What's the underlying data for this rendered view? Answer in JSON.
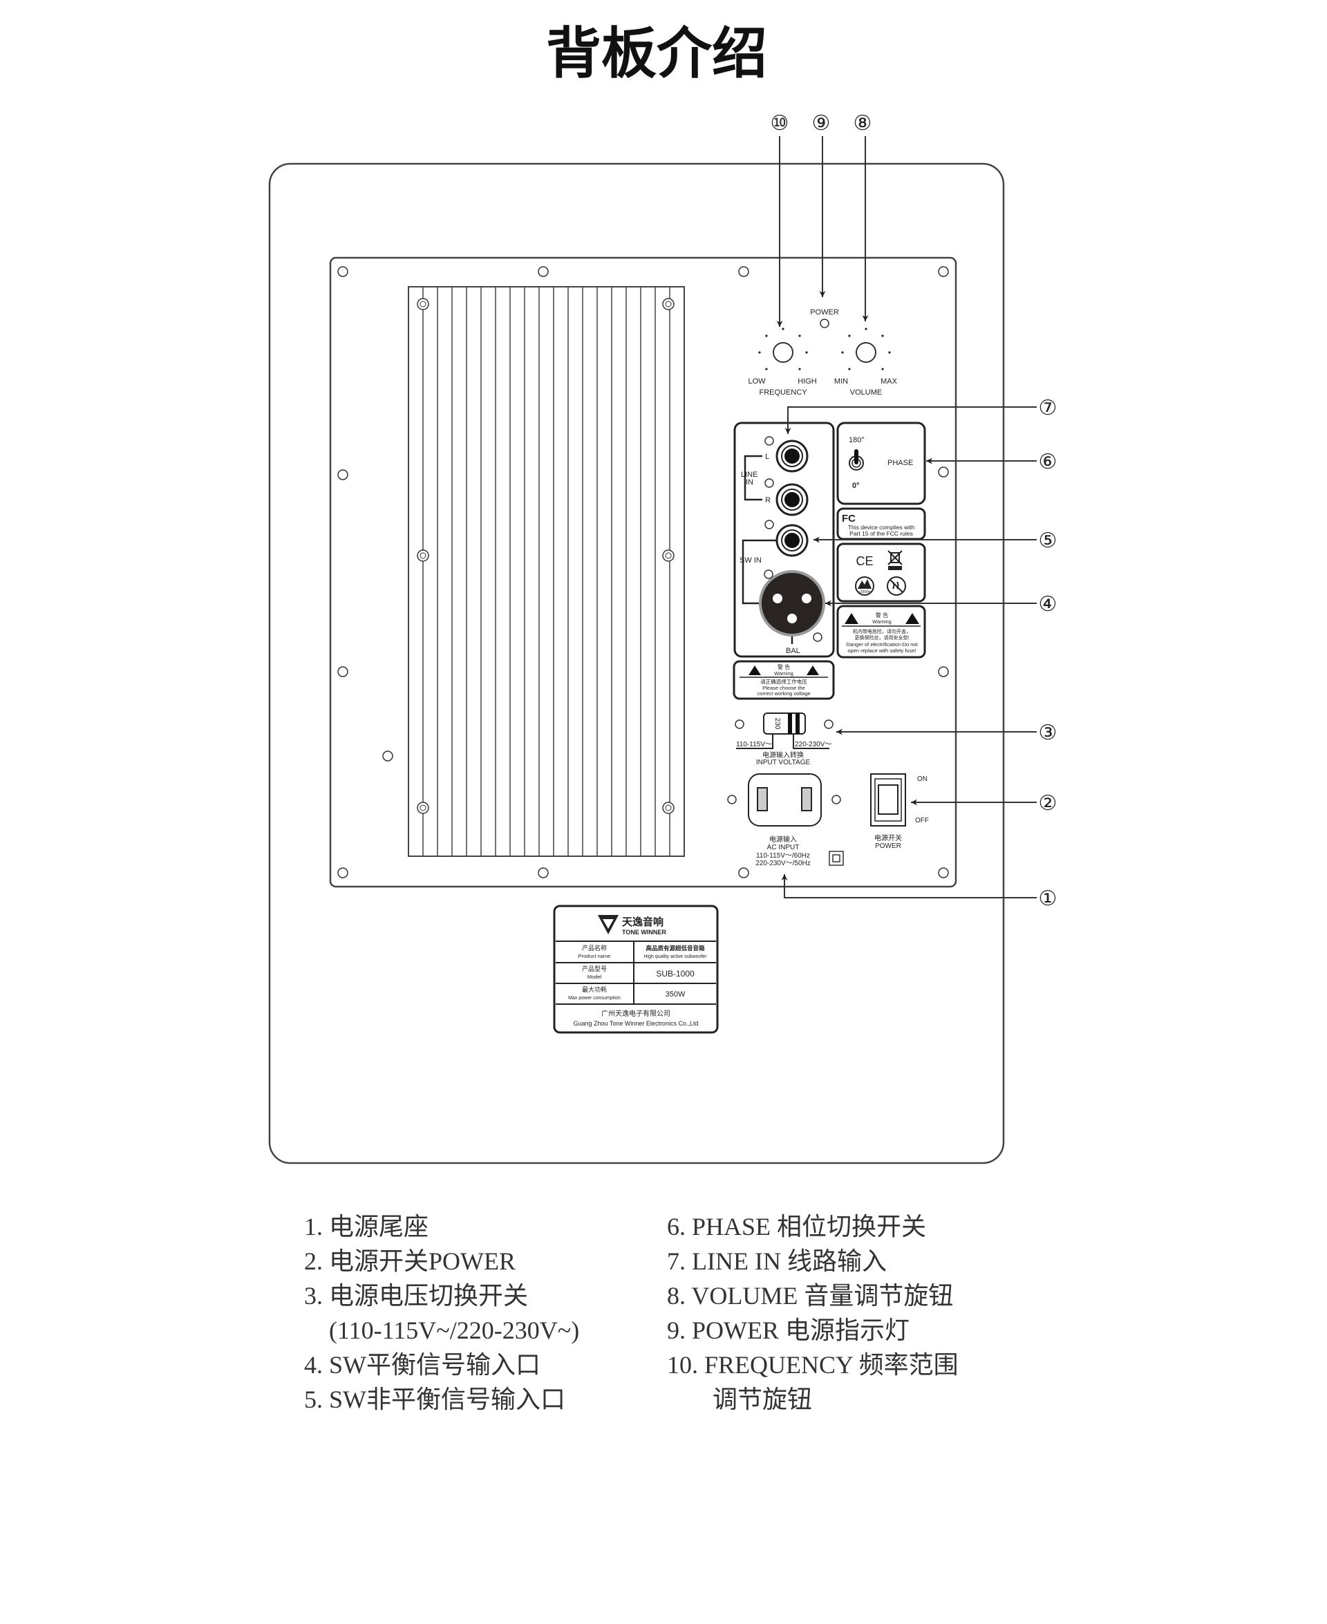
{
  "title": "背板介绍",
  "callouts": [
    "①",
    "②",
    "③",
    "④",
    "⑤",
    "⑥",
    "⑦",
    "⑧",
    "⑨",
    "⑩"
  ],
  "panel": {
    "power_led": "POWER",
    "frequency": {
      "label": "FREQUENCY",
      "low": "LOW",
      "high": "HIGH"
    },
    "volume": {
      "label": "VOLUME",
      "min": "MIN",
      "max": "MAX"
    },
    "line_in": {
      "line": "LINE",
      "in": "IN",
      "l": "L",
      "r": "R"
    },
    "sw_in": "SW IN",
    "bal": "BAL",
    "phase": {
      "label": "PHASE",
      "deg180": "180°",
      "deg0": "0°"
    },
    "fcc": {
      "logo": "FC",
      "line1": "This device complies with",
      "line2": "Part 15 of the FCC rules"
    },
    "ce": {
      "mark": "CE",
      "altitude": "≤2000m"
    },
    "warning_right": {
      "cn": "警 告",
      "en": "Warning",
      "l1": "机内带电危险，请勿开盖，",
      "l2": "更换保险丝，请用安全型!",
      "l3": "Danger of electrification-Do not",
      "l4": "open replace with safety fuse!"
    },
    "warning_left": {
      "cn": "警 告",
      "en": "Warning",
      "l1": "请正确选择工作电压",
      "l2": "Please choose the",
      "l3": "correct working voltage"
    },
    "voltage": {
      "switch": "230",
      "low": "110-115V～",
      "high": "220-230V～",
      "cn": "电源输入转换",
      "en": "INPUT VOLTAGE"
    },
    "ac_input": {
      "cn": "电源输入",
      "en": "AC INPUT",
      "v1": "110-115V～/60Hz",
      "v2": "220-230V～/50Hz"
    },
    "power_switch": {
      "on": "ON",
      "off": "OFF",
      "cn": "电源开关",
      "en": "POWER"
    }
  },
  "nameplate": {
    "brand_cn": "天逸音响",
    "brand_en": "TONE WINNER",
    "rows": [
      {
        "k_cn": "产品名称",
        "k_en": "Product name",
        "v_cn": "高品质有源超低音音箱",
        "v_en": "High quality active subwoofer"
      },
      {
        "k_cn": "产品型号",
        "k_en": "Model",
        "v": "SUB-1000"
      },
      {
        "k_cn": "最大功耗",
        "k_en": "Max power consumption",
        "v": "350W"
      }
    ],
    "company_cn": "广州天逸电子有限公司",
    "company_en": "Guang Zhou Tone Winner Electronics Co.,Ltd"
  },
  "legend_left": [
    "1. 电源尾座",
    "2. 电源开关POWER",
    "3. 电源电压切换开关",
    "(110-115V~/220-230V~)",
    "4. SW平衡信号输入口",
    "5. SW非平衡信号输入口"
  ],
  "legend_right": [
    "6. PHASE 相位切换开关",
    "7. LINE IN 线路输入",
    "8. VOLUME 音量调节旋钮",
    "9. POWER 电源指示灯",
    "10. FREQUENCY 频率范围",
    "调节旋钮"
  ]
}
